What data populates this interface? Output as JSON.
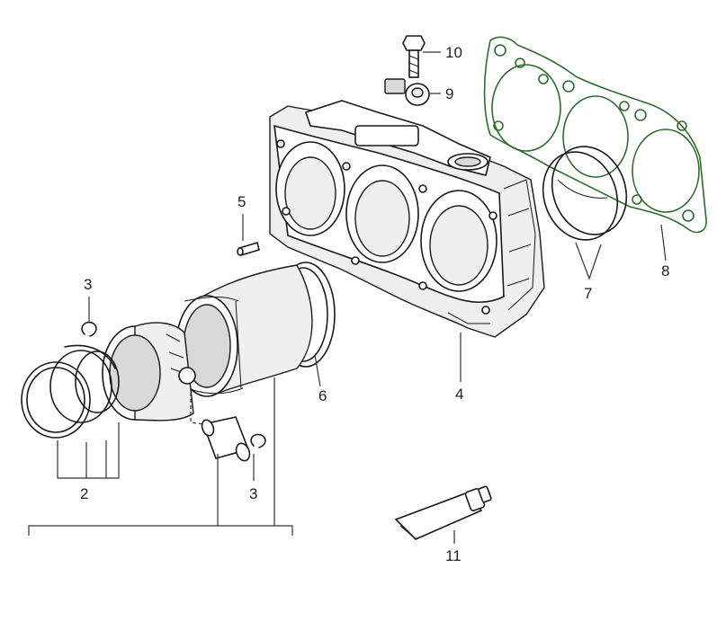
{
  "diagram": {
    "title": "Engine cylinder block exploded view",
    "accent_color": "#2f6b2f",
    "callouts": {
      "c2": "2",
      "c3a": "3",
      "c3b": "3",
      "c4": "4",
      "c5": "5",
      "c6": "6",
      "c7": "7",
      "c8": "8",
      "c9": "9",
      "c10": "10",
      "c11": "11"
    }
  }
}
